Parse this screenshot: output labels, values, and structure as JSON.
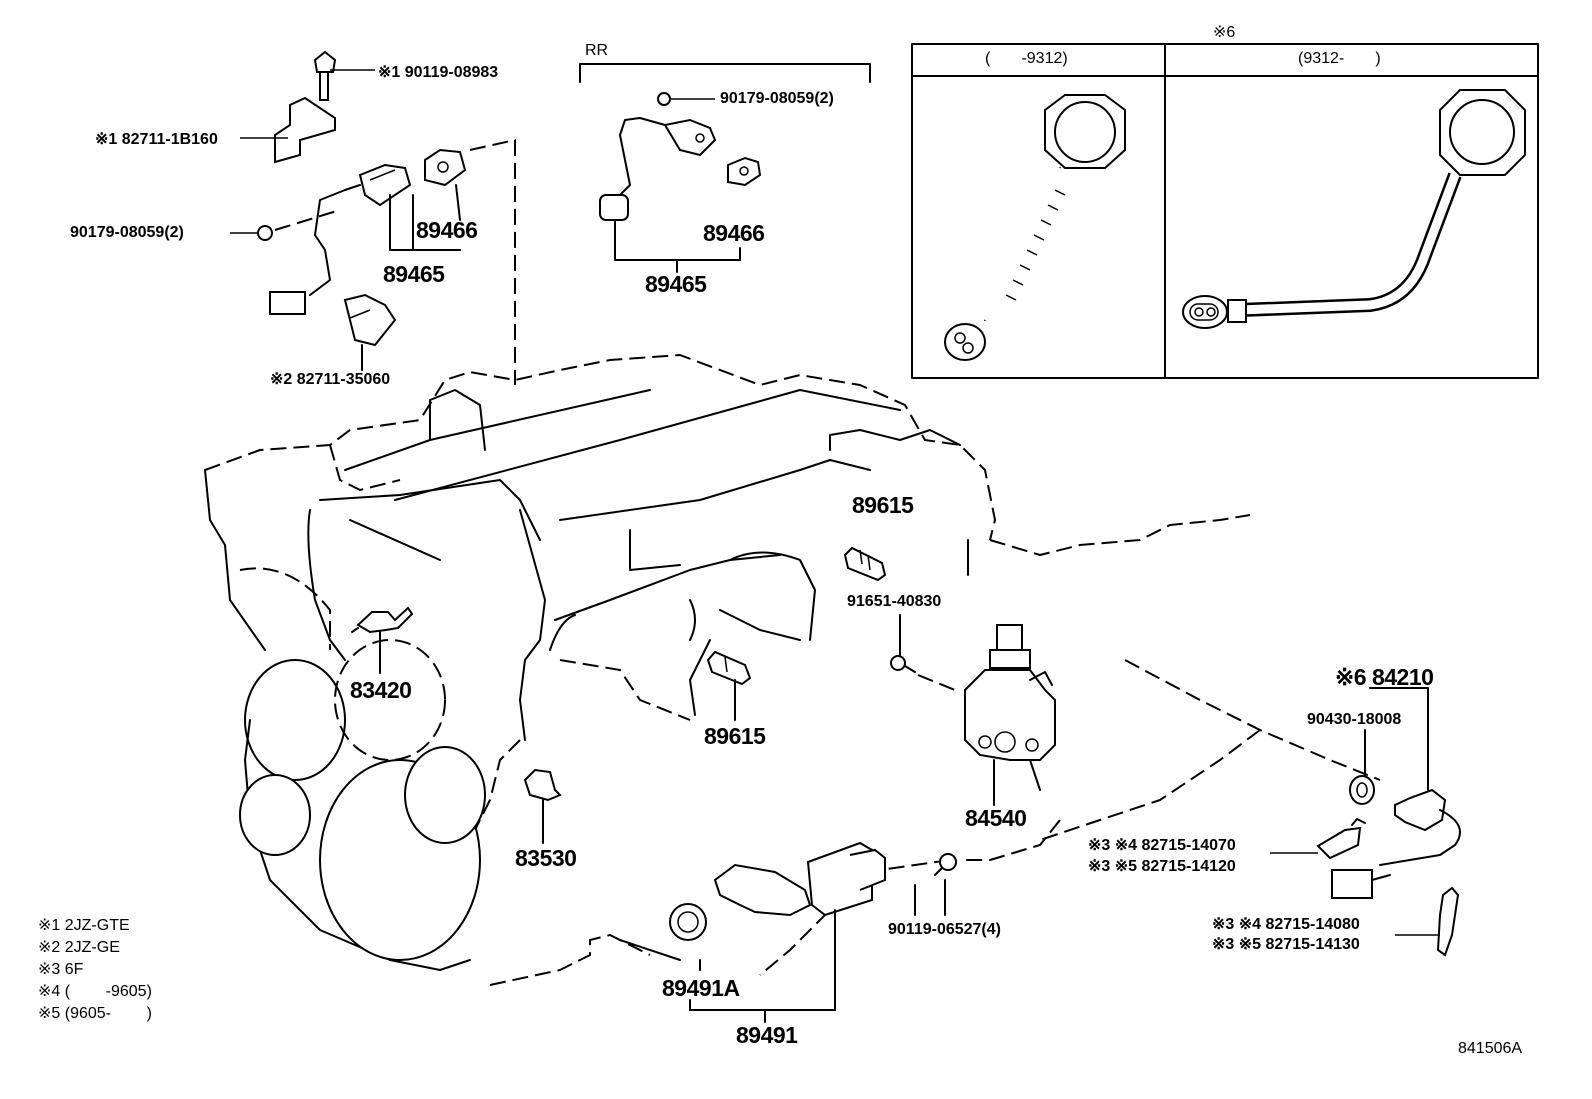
{
  "diagram": {
    "id_code": "841506A",
    "rr_label": "RR",
    "inset": {
      "title": "※6",
      "col_left": "(       -9312)",
      "col_right": "(9312-       )"
    }
  },
  "callouts": {
    "bolt_top": "※1 90119-08983",
    "bracket": "※1 82711-1B160",
    "nut_left": "90179-08059(2)",
    "gasket_left": "89466",
    "sensor_left": "89465",
    "clamp": "※2 82711-35060",
    "nut_rr": "90179-08059(2)",
    "gasket_rr": "89466",
    "sensor_rr": "89465",
    "sensor_upper": "89615",
    "stud": "91651-40830",
    "sensor_mid": "89615",
    "temp_sensor": "83420",
    "oil_switch": "83530",
    "valve": "84540",
    "knock_sensor": "※6 84210",
    "knock_washer": "90430-18008",
    "clamp_a1": "※3 ※4 82715-14070",
    "clamp_a2": "※3 ※5 82715-14120",
    "bolt_4": "90119-06527(4)",
    "clamp_b1": "※3 ※4 82715-14080",
    "clamp_b2": "※3 ※5 82715-14130",
    "seal_ring": "89491A",
    "crank_sensor": "89491"
  },
  "notes": [
    "※1 2JZ-GTE",
    "※2 2JZ-GE",
    "※3 6F",
    "※4 (        -9605)",
    "※5 (9605-        )"
  ]
}
